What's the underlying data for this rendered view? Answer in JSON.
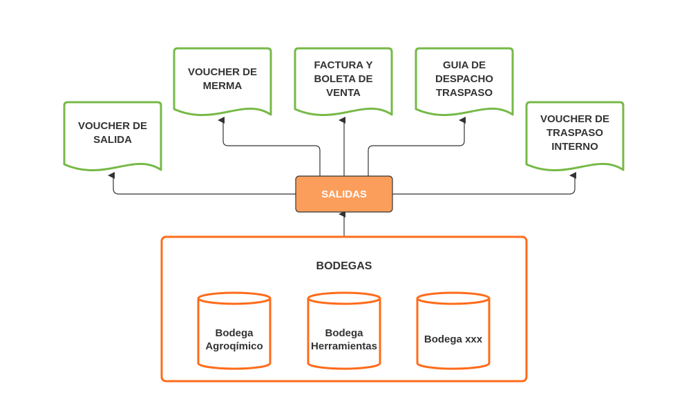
{
  "colors": {
    "doc_border": "#76b947",
    "orange": "#ff6b1a",
    "salidas_fill": "#fb9e5c",
    "salidas_border": "#333333",
    "connector": "#333333"
  },
  "documents": [
    {
      "lines": [
        "VOUCHER DE",
        "SALIDA"
      ]
    },
    {
      "lines": [
        "VOUCHER DE",
        "MERMA"
      ]
    },
    {
      "lines": [
        "FACTURA Y",
        "BOLETA DE",
        "VENTA"
      ]
    },
    {
      "lines": [
        "GUIA DE",
        "DESPACHO",
        "TRASPASO"
      ]
    },
    {
      "lines": [
        "VOUCHER DE",
        "TRASPASO",
        "INTERNO"
      ]
    }
  ],
  "salidas": {
    "label": "SALIDAS"
  },
  "bodegas": {
    "title": "BODEGAS",
    "items": [
      {
        "lines": [
          "Bodega",
          "Agroqímico"
        ]
      },
      {
        "lines": [
          "Bodega",
          "Herramientas"
        ]
      },
      {
        "lines": [
          "Bodega xxx"
        ]
      }
    ]
  }
}
